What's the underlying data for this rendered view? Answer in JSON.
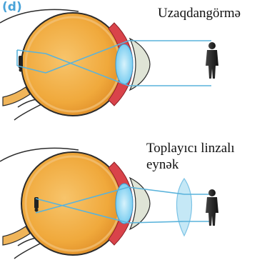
{
  "panel_label": "(d)",
  "captions": {
    "myopia": "Uzaqdangörmə",
    "corrected_line1": "Toplayıcı linzalı",
    "corrected_line2": "eynək"
  },
  "colors": {
    "panel_label": "#4aa3d8",
    "eyeball": "#f0a93c",
    "eyeball_inner": "#f7c46b",
    "retina": "#d9434a",
    "lens": "#8fd8f4",
    "cornea_fill": "#dfe4d6",
    "rays": "#5ab3db",
    "outline": "#2b2b2b"
  }
}
